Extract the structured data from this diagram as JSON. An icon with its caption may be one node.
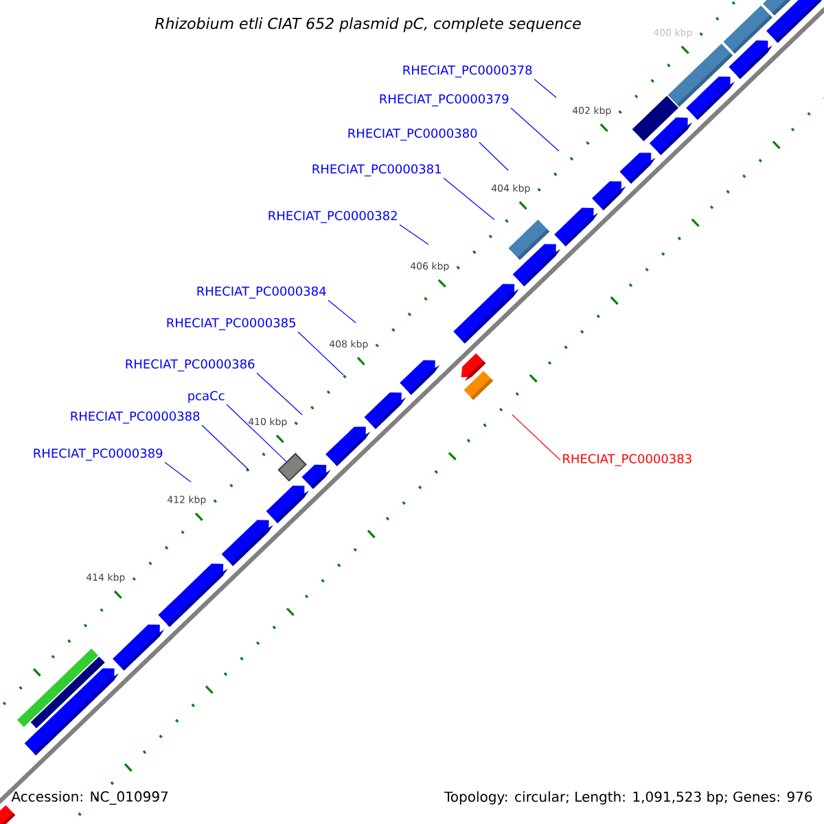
{
  "diagram": {
    "title": "Rhizobium etli CIAT 652 plasmid pC, complete sequence",
    "nodes": [
      {
        "text": [
          "RHECIAT_PC0000378"
        ]
      },
      {
        "text": [
          "RHECIAT_PC0000379"
        ]
      },
      {
        "text": [
          "RHECIAT_PC0000380"
        ]
      },
      {
        "text": [
          "RHECIAT_PC0000381"
        ]
      },
      {
        "text": [
          "RHECIAT_PC0000382"
        ]
      },
      {
        "text": [
          "RHECIAT_PC0000384"
        ]
      },
      {
        "text": [
          "RHECIAT_PC0000385"
        ]
      },
      {
        "text": [
          "RHECIAT_PC0000386"
        ]
      },
      {
        "text": [
          "pcaCc"
        ]
      },
      {
        "text": [
          "RHECIAT_PC0000388"
        ]
      },
      {
        "text": [
          "RHECIAT_PC0000389"
        ]
      },
      {
        "text": [
          "RHECIAT_PC0000383"
        ]
      },
      {
        "text": [],
        "shape": "box"
      }
    ],
    "edges": [
      {
        "from": 0,
        "to": null,
        "arrow": "none"
      },
      {
        "from": 1,
        "to": null,
        "arrow": "none"
      },
      {
        "from": 2,
        "to": null,
        "arrow": "none"
      },
      {
        "from": 3,
        "to": null,
        "arrow": "none"
      },
      {
        "from": 4,
        "to": null,
        "arrow": "none"
      },
      {
        "from": 5,
        "to": null,
        "arrow": "none"
      },
      {
        "from": 6,
        "to": null,
        "arrow": "none"
      },
      {
        "from": 7,
        "to": null,
        "arrow": "none"
      },
      {
        "from": 8,
        "to": 12,
        "arrow": "none"
      },
      {
        "from": 9,
        "to": null,
        "arrow": "none"
      },
      {
        "from": 10,
        "to": null,
        "arrow": "none"
      },
      {
        "from": 11,
        "to": null,
        "arrow": "none",
        "color": "#ff0000"
      }
    ],
    "labels": [
      "400 kbp",
      "402 kbp",
      "404 kbp",
      "406 kbp",
      "408 kbp",
      "410 kbp",
      "412 kbp",
      "414 kbp",
      "Accession: NC_010997",
      "Topology: circular; Length: 1,091,523 bp; Genes: 976"
    ]
  }
}
